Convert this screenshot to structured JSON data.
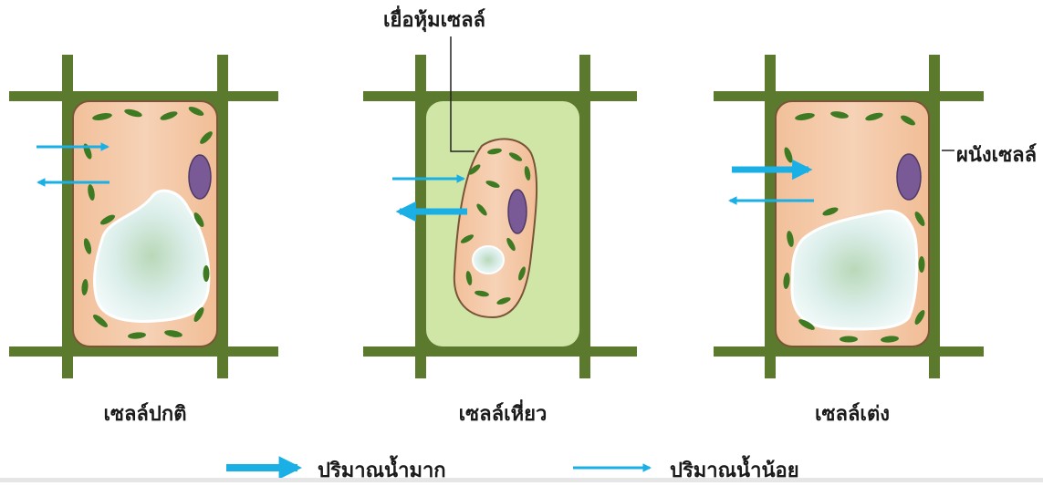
{
  "labels": {
    "membrane": "เยื่อหุ้มเซลล์",
    "cell_wall": "ผนังเซลล์"
  },
  "captions": {
    "normal": "เซลล์ปกติ",
    "plasmolyzed": "เซลล์เหี่ยว",
    "turgid": "เซลล์เต่ง"
  },
  "legend": {
    "much_water": "ปริมาณน้ำมาก",
    "little_water": "ปริมาณน้ำน้อย"
  },
  "colors": {
    "cell_wall": "#5b7a2e",
    "cytoplasm": "#f3c3a0",
    "gap_fluid": "#cfe6a6",
    "chloroplast": "#3e7a22",
    "nucleus": "#7a5a96",
    "vacuole": "#dceee8",
    "arrow": "#1ab0e6"
  }
}
